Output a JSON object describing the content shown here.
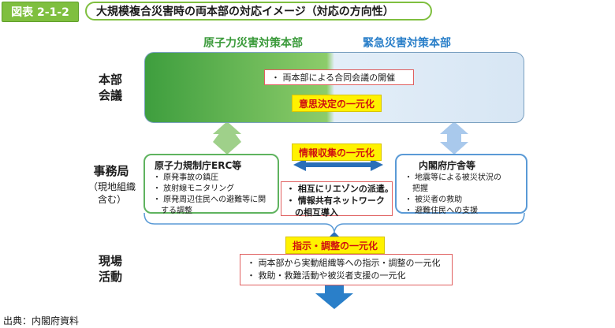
{
  "header": {
    "figure_number": "図表 2-1-2",
    "title": "大規模複合災害時の両本部の対応イメージ（対応の方向性）"
  },
  "columns": {
    "left": "原子力災害対策本部",
    "right": "緊急災害対策本部"
  },
  "rows": {
    "meeting": [
      "本部",
      "会議"
    ],
    "office": [
      "事務局"
    ],
    "office_note": [
      "（現地組織",
      "含む）"
    ],
    "field": [
      "現場",
      "活動"
    ]
  },
  "meeting": {
    "joint": "・ 両本部による合同会議の開催",
    "decision": "意思決定の一元化"
  },
  "office": {
    "info": "情報収集の一元化",
    "left_title": "原子力規制庁ERC等",
    "left_items": [
      "・ 原発事故の鎮圧",
      "・ 放射線モニタリング",
      "・ 原発周辺住民への避難等に関",
      "　する調整"
    ],
    "right_title": "内閣府庁舎等",
    "right_items": [
      "・ 地震等による被災状況の",
      "　把握",
      "・ 被災者の救助",
      "・ 避難住民への支援"
    ],
    "mid_items": [
      "・ 相互にリエゾンの派遣。",
      "・ 情報共有ネットワーク",
      "　の相互導入"
    ]
  },
  "field": {
    "command": "指示・調整の一元化",
    "items": [
      "・ 両本部から実動組織等への指示・調整の一元化",
      "・ 救助・救難活動や被災者支援の一元化"
    ]
  },
  "source": "出典：内閣府資料",
  "colors": {
    "green": "#7fbf3f",
    "blue": "#2a7fc9",
    "red_border": "#e06060",
    "yellow": "#fff200"
  }
}
